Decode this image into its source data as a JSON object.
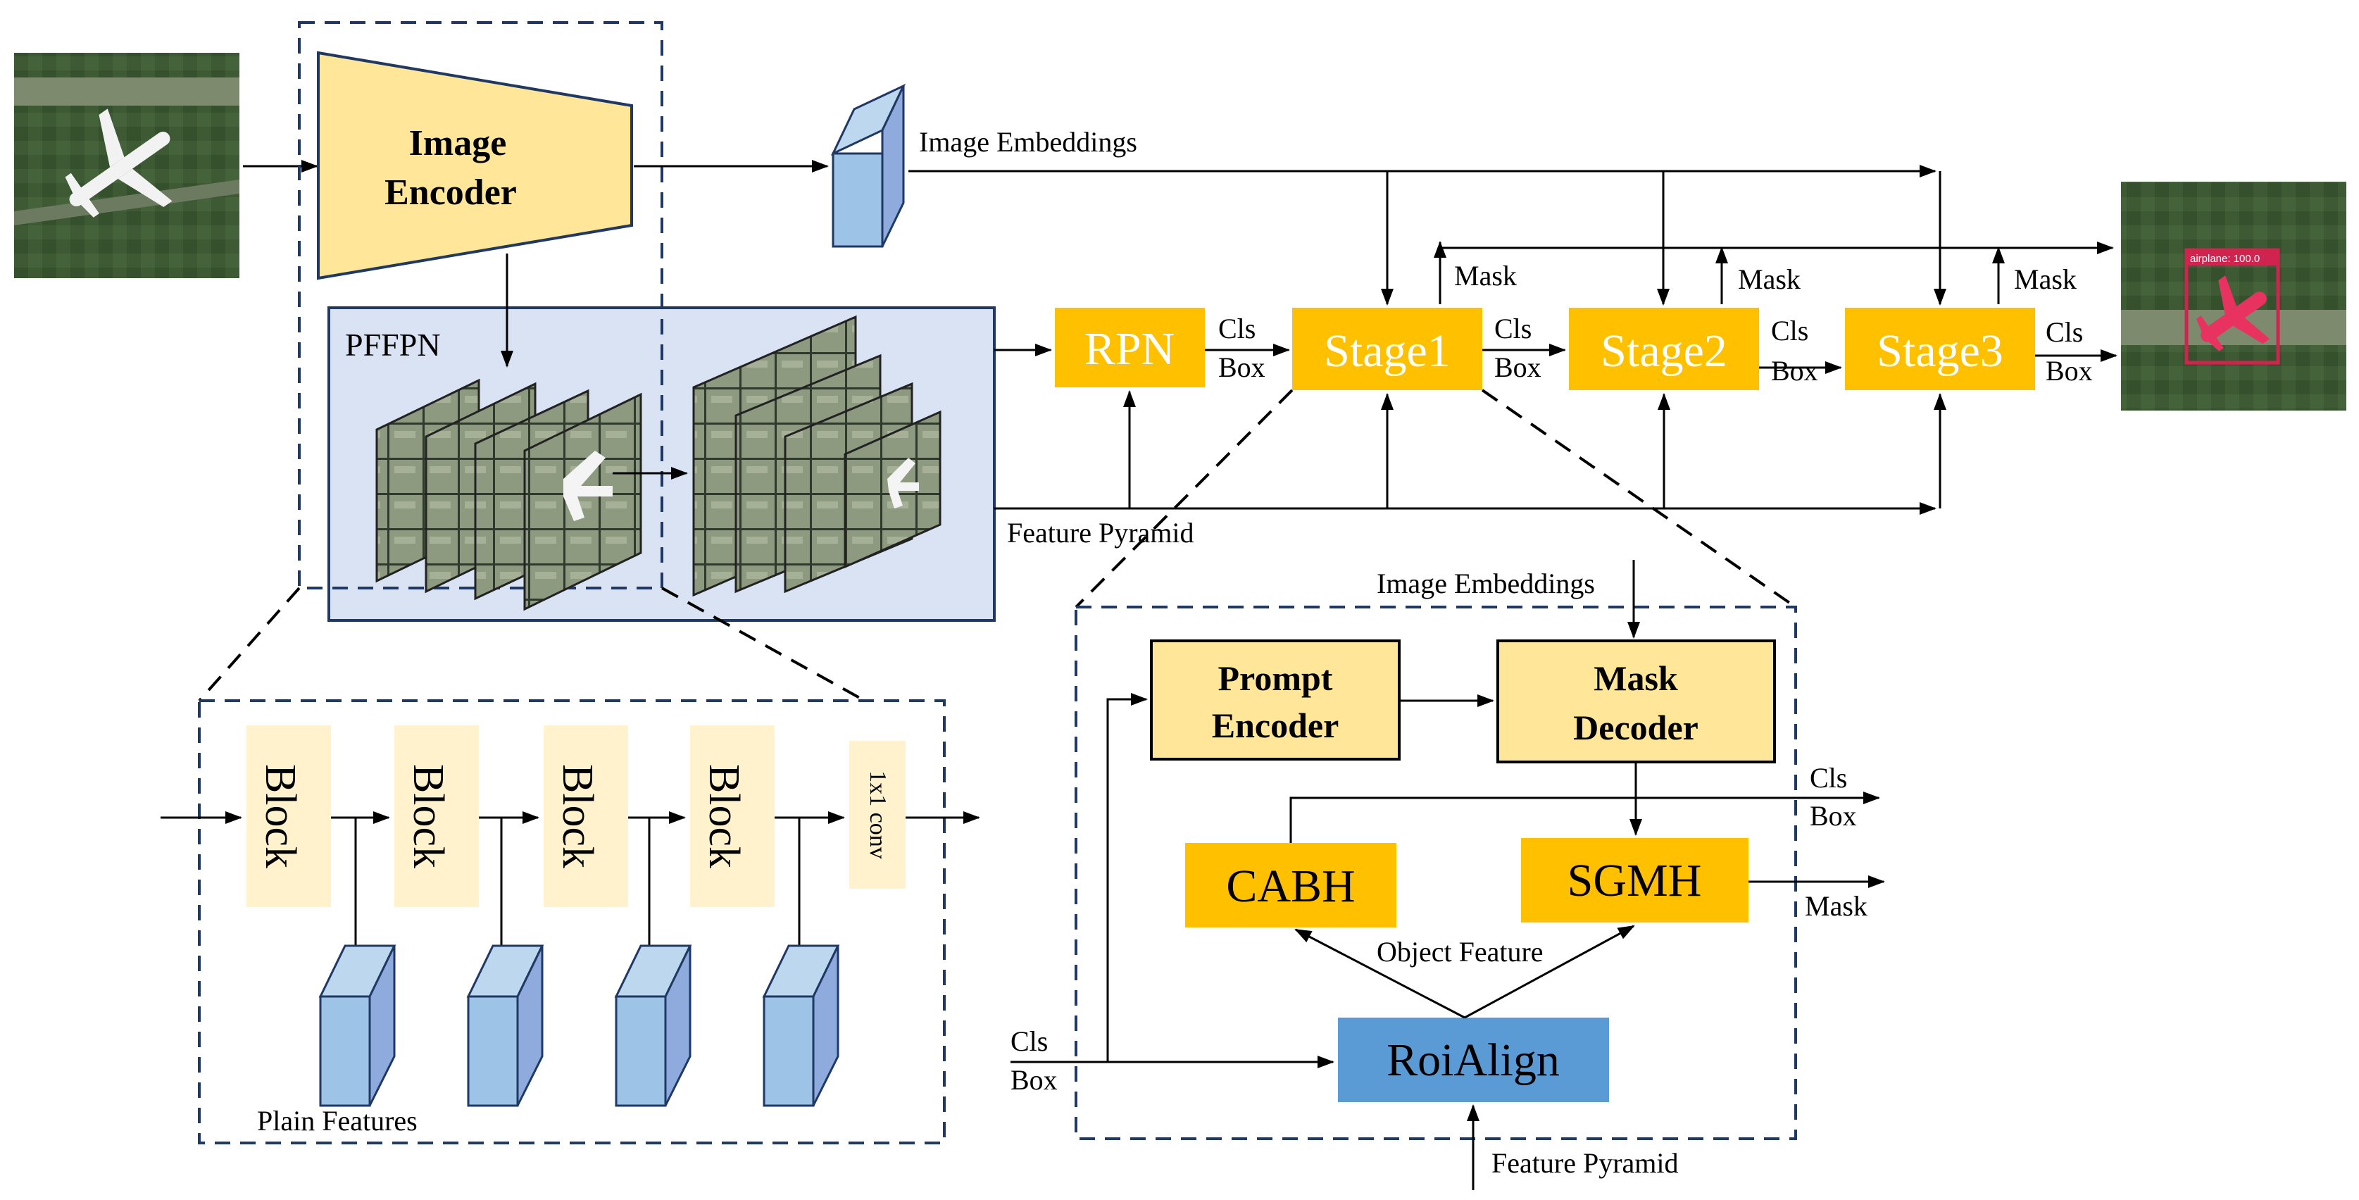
{
  "image_encoder": {
    "line1": "Image",
    "line2": "Encoder"
  },
  "pffpn": {
    "label": "PFFPN"
  },
  "image_embeddings_top": "Image Embeddings",
  "feature_pyramid_top": "Feature Pyramid",
  "rpn": "RPN",
  "stages": [
    "Stage1",
    "Stage2",
    "Stage3"
  ],
  "mask_label": "Mask",
  "cls_label": "Cls",
  "box_label": "Box",
  "output_tag": "airplane: 100.0",
  "blocks": [
    "Block",
    "Block",
    "Block",
    "Block"
  ],
  "conv_label": "1x1 conv",
  "plain_features": "Plain Features",
  "detail": {
    "image_embeddings": "Image Embeddings",
    "prompt_encoder": {
      "line1": "Prompt",
      "line2": "Encoder"
    },
    "mask_decoder": {
      "line1": "Mask",
      "line2": "Decoder"
    },
    "cabh": "CABH",
    "sgmh": "SGMH",
    "object_feature": "Object Feature",
    "roialign": "RoiAlign",
    "feature_pyramid": "Feature Pyramid",
    "cls_in": "Cls",
    "box_in": "Box",
    "cls_out": "Cls",
    "box_out": "Box",
    "mask_out": "Mask"
  },
  "colors": {
    "stage_orange": "#ffc000",
    "encoder_yellow": "#ffe699",
    "block_cream": "#fff2cc",
    "pffpn_bg": "#dae3f3",
    "feature_blue": "#9dc3e6",
    "roialign_blue": "#5b9bd5",
    "line_dark": "#1f3864"
  }
}
